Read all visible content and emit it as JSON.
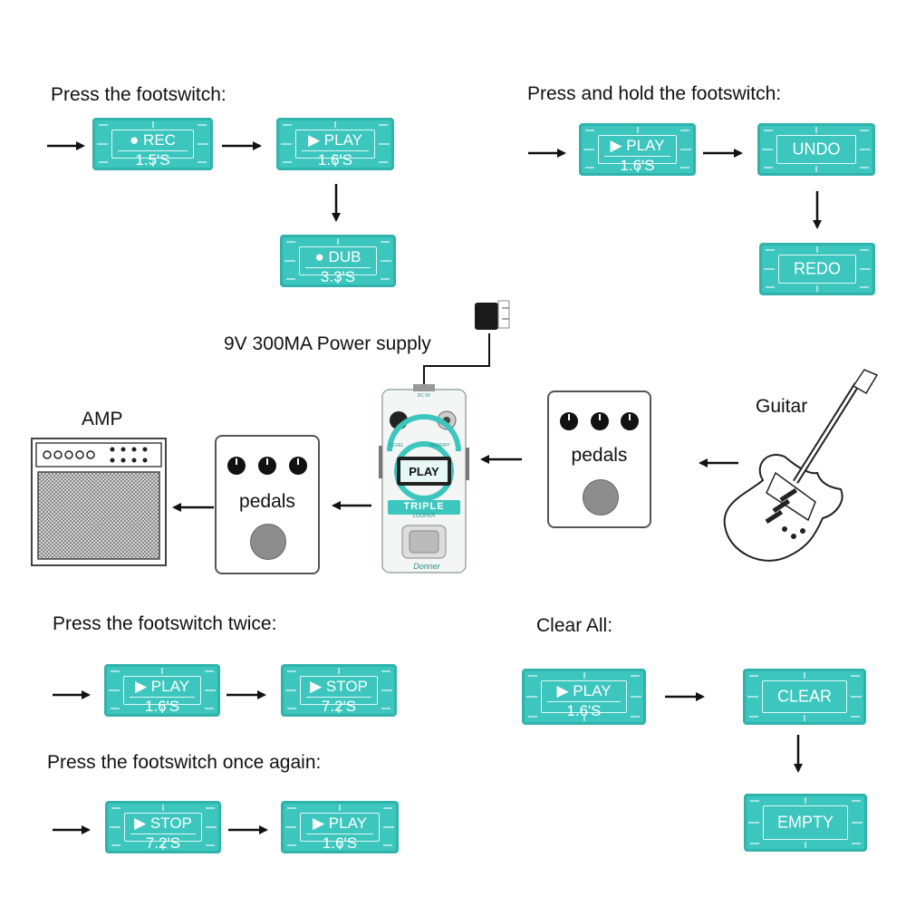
{
  "sections": {
    "press_footswitch": "Press the footswitch:",
    "press_hold": "Press and hold the footswitch:",
    "press_twice": "Press the footswitch twice:",
    "press_again": "Press the footswitch once again:",
    "clear_all": "Clear All:"
  },
  "setup": {
    "power_supply": "9V 300MA Power supply",
    "amp": "AMP",
    "guitar": "Guitar",
    "pedals_left": "pedals",
    "pedals_right": "pedals",
    "looper_screen": "PLAY",
    "looper_name": "TRIPLE",
    "looper_sub": "LOOPER",
    "knob_left_label": "LEVEL",
    "knob_right_label": "MEMORY",
    "dc_label": "DC 9V",
    "brand": "Donner"
  },
  "displays": {
    "rec": {
      "mode": "● REC",
      "time": "1.5'S"
    },
    "play1": {
      "mode": "▶ PLAY",
      "time": "1.6'S"
    },
    "dub": {
      "mode": "● DUB",
      "time": "3.3'S"
    },
    "play_hold": {
      "mode": "▶ PLAY",
      "time": "1.6'S"
    },
    "undo": {
      "text": "UNDO"
    },
    "redo": {
      "text": "REDO"
    },
    "play_twice": {
      "mode": "▶ PLAY",
      "time": "1.6'S"
    },
    "stop_twice": {
      "mode": "▶ STOP",
      "time": "7.2'S"
    },
    "stop_again": {
      "mode": "▶ STOP",
      "time": "7.2'S"
    },
    "play_again": {
      "mode": "▶ PLAY",
      "time": "1.6'S"
    },
    "play_clear": {
      "mode": "▶ PLAY",
      "time": "1.6'S"
    },
    "clear": {
      "text": "CLEAR"
    },
    "empty": {
      "text": "EMPTY"
    }
  },
  "colors": {
    "lcd": "#3cc6be",
    "lcd_border": "#2fb3ab",
    "looper_accent": "#3cc6be"
  }
}
